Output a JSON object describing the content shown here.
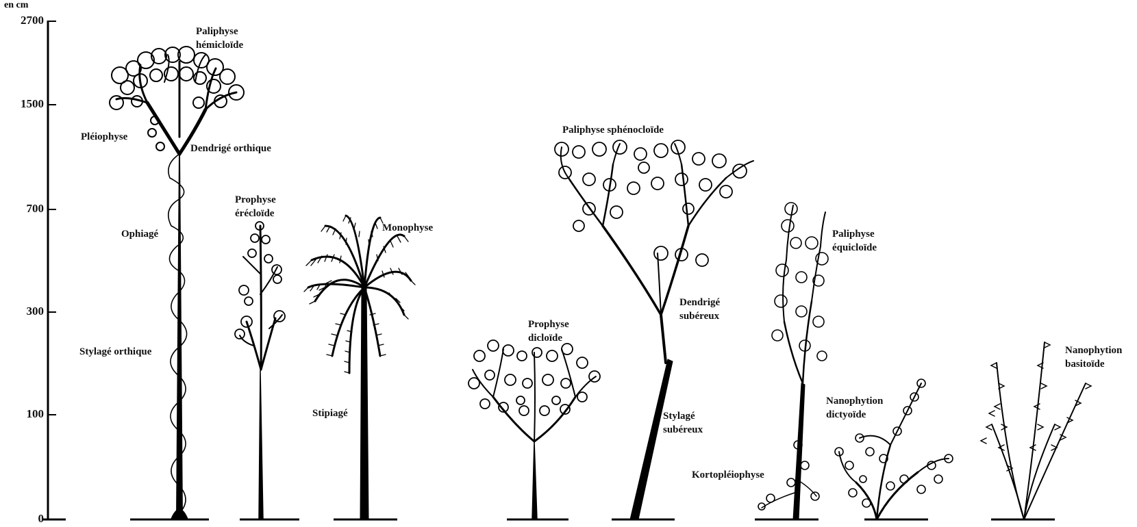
{
  "axis": {
    "unit": "en cm",
    "ticks": [
      "2700",
      "1500",
      "700",
      "300",
      "100",
      "0"
    ]
  },
  "labels": {
    "paliphyse_hemi": [
      "Paliphyse",
      "hémicloïde"
    ],
    "pleiophyse": "Pléiophyse",
    "dendrige_orthique": "Dendrigé orthique",
    "ophiage": "Ophiagé",
    "stylage_orthique": "Stylagé orthique",
    "prophyse_erec": [
      "Prophyse",
      "érécloïde"
    ],
    "monophyse": "Monophyse",
    "stipiage": "Stipiagé",
    "prophyse_dic": [
      "Prophyse",
      "dicloïde"
    ],
    "paliphyse_sphen": "Paliphyse sphénocloïde",
    "dendrige_suber": [
      "Dendrigé",
      "subéreux"
    ],
    "stylage_suber": [
      "Stylagé",
      "subéreux"
    ],
    "paliphyse_equi": [
      "Paliphyse",
      "équicloïde"
    ],
    "nanophytion_dict": [
      "Nanophytion",
      "dictyoïde"
    ],
    "kortopleiophyse": "Kortopléiophyse",
    "nanophytion_basi": [
      "Nanophytion",
      "basitoïde"
    ]
  },
  "colors": {
    "ink": "#000000",
    "background": "#ffffff"
  }
}
